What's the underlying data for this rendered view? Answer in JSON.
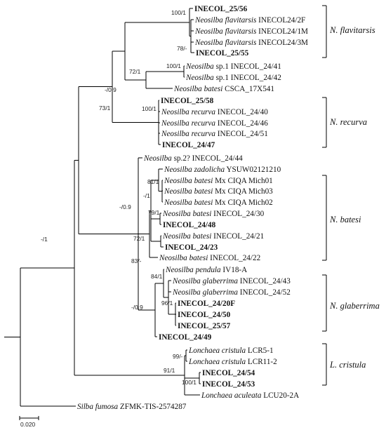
{
  "scale_bar": {
    "label": "0.020"
  },
  "tips": [
    {
      "id": "t1",
      "genus": "",
      "rest": "INECOL_25/56",
      "bold": true
    },
    {
      "id": "t2",
      "genus": "Neosilba flavitarsis",
      "rest": " INECOL24/2F",
      "bold": false
    },
    {
      "id": "t3",
      "genus": "Neosilba flavitarsis",
      "rest": " INECOL24/1M",
      "bold": false
    },
    {
      "id": "t4",
      "genus": "Neosilba flavitarsis",
      "rest": " INECOL24/3M",
      "bold": false
    },
    {
      "id": "t5",
      "genus": "",
      "rest": "INECOL_25/55",
      "bold": true
    },
    {
      "id": "t6",
      "genus": "Neosilba",
      "rest": " sp.1 INECOL_24/41",
      "bold": false
    },
    {
      "id": "t7",
      "genus": "Neosilba",
      "rest": " sp.1 INECOL_24/42",
      "bold": false
    },
    {
      "id": "t8",
      "genus": "Neosilba batesi",
      "rest": " CSCA_17X541",
      "bold": false
    },
    {
      "id": "t9",
      "genus": "",
      "rest": "INECOL_25/58",
      "bold": true
    },
    {
      "id": "t10",
      "genus": "Neosilba recurva",
      "rest": " INECOL_24/40",
      "bold": false
    },
    {
      "id": "t11",
      "genus": "Neosilba recurva",
      "rest": " INECOL_24/46",
      "bold": false
    },
    {
      "id": "t12",
      "genus": "Neosilba recurva",
      "rest": " INECOL_24/51",
      "bold": false
    },
    {
      "id": "t13",
      "genus": "",
      "rest": "INECOL_24/47",
      "bold": true
    },
    {
      "id": "t14",
      "genus": "Neosilba",
      "rest": " sp.2? INECOL_24/44",
      "bold": false
    },
    {
      "id": "t15",
      "genus": "Neosilba zadolicha",
      "rest": " YSUW02121210",
      "bold": false
    },
    {
      "id": "t16",
      "genus": "Neosilba batesi",
      "rest": " Mx CIQA Mich01",
      "bold": false
    },
    {
      "id": "t17",
      "genus": "Neosilba batesi",
      "rest": " Mx CIQA Mich03",
      "bold": false
    },
    {
      "id": "t18",
      "genus": "Neosilba batesi",
      "rest": " Mx CIQA Mich02",
      "bold": false
    },
    {
      "id": "t19",
      "genus": "Neosilba batesi",
      "rest": " INECOL_24/30",
      "bold": false
    },
    {
      "id": "t20",
      "genus": "",
      "rest": "INECOL_24/48",
      "bold": true
    },
    {
      "id": "t21",
      "genus": "Neosilba batesi",
      "rest": " INECOL_24/21",
      "bold": false
    },
    {
      "id": "t22",
      "genus": "",
      "rest": "INECOL_24/23",
      "bold": true
    },
    {
      "id": "t23",
      "genus": "Neosilba batesi",
      "rest": " INECOL_24/22",
      "bold": false
    },
    {
      "id": "t24",
      "genus": "Neosilba pendula",
      "rest": " IV18-A",
      "bold": false
    },
    {
      "id": "t25",
      "genus": "Neosilba glaberrima",
      "rest": " INECOL_24/43",
      "bold": false
    },
    {
      "id": "t26",
      "genus": "Neosilba glaberrima",
      "rest": " INECOL_24/52",
      "bold": false
    },
    {
      "id": "t27",
      "genus": "",
      "rest": "INECOL_24/20F",
      "bold": true
    },
    {
      "id": "t28",
      "genus": "",
      "rest": "INECOL_24/50",
      "bold": true
    },
    {
      "id": "t29",
      "genus": "",
      "rest": "INECOL_25/57",
      "bold": true
    },
    {
      "id": "t30",
      "genus": "",
      "rest": "INECOL_24/49",
      "bold": true
    },
    {
      "id": "t31",
      "genus": "Lonchaea cristula",
      "rest": " LCR5-1",
      "bold": false
    },
    {
      "id": "t32",
      "genus": "Lonchaea cristula",
      "rest": " LCR11-2",
      "bold": false
    },
    {
      "id": "t33",
      "genus": "",
      "rest": "INECOL_24/54",
      "bold": true
    },
    {
      "id": "t34",
      "genus": "",
      "rest": "INECOL_24/53",
      "bold": true
    },
    {
      "id": "t35",
      "genus": "Lonchaea aculeata",
      "rest": " LCU20-2A",
      "bold": false
    },
    {
      "id": "t36",
      "genus": "Silba fumosa",
      "rest": " ZFMK-TIS-2574287",
      "bold": false
    }
  ],
  "supports": {
    "s_flav": "100/1",
    "s_flav_sub": "78/-",
    "s_sp1": "100/1",
    "s_sp1batesi": "72/1",
    "s_upper": "-/0.9",
    "s_recurva": "100/1",
    "s_ingroup": "73/1",
    "s_root": "-/1",
    "s_mich": "81/1",
    "s_batesi_core": "-/1",
    "s_batesi_30": "79/1",
    "s_batesi_72": "72/1",
    "s_lower": "-/0.9",
    "s_batesi_83": "83/-",
    "s_glab": "84/1",
    "s_glab_96": "96/1",
    "s_glab_09": "-/0.9",
    "s_cristula": "99/-",
    "s_inecol5453": "100/1",
    "s_lonchaea": "91/1"
  },
  "clades": [
    {
      "id": "flavitarsis",
      "label": "N. flavitarsis"
    },
    {
      "id": "recurva",
      "label": "N. recurva"
    },
    {
      "id": "batesi",
      "label": "N. batesi"
    },
    {
      "id": "glaberrima",
      "label": "N. glaberrima"
    },
    {
      "id": "cristula",
      "label": "L. cristula"
    }
  ]
}
